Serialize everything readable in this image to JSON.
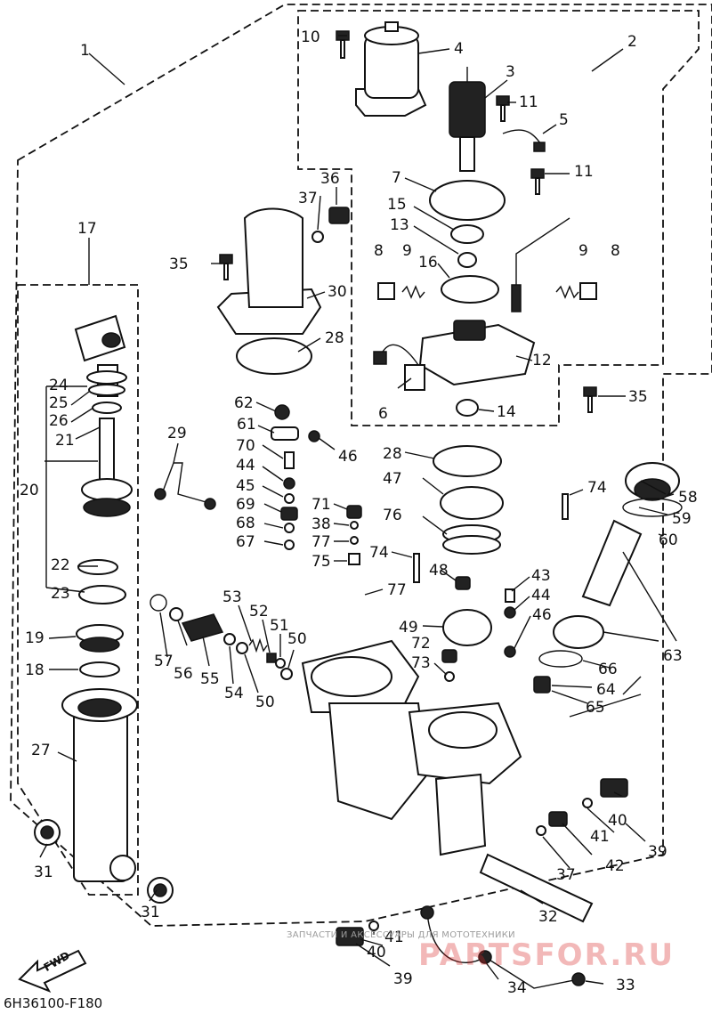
{
  "document_code": "6H36100-F180",
  "watermark_text": "ЗАПЧАСТИ И АКСЕССУАРЫ ДЛЯ МОТОТЕХНИКИ",
  "watermark_logo": "PARTSFOR.RU",
  "direction_arrow": "FWD",
  "callouts": [
    "1",
    "2",
    "3",
    "4",
    "5",
    "7",
    "8",
    "8",
    "9",
    "9",
    "10",
    "11",
    "11",
    "12",
    "13",
    "14",
    "15",
    "16",
    "17",
    "18",
    "19",
    "20",
    "21",
    "22",
    "23",
    "24",
    "25",
    "26",
    "27",
    "28",
    "28",
    "29",
    "30",
    "31",
    "31",
    "32",
    "33",
    "34",
    "35",
    "35",
    "36",
    "37",
    "37",
    "38",
    "39",
    "39",
    "40",
    "40",
    "41",
    "41",
    "42",
    "43",
    "44",
    "44",
    "45",
    "46",
    "46",
    "47",
    "48",
    "49",
    "50",
    "50",
    "51",
    "52",
    "53",
    "54",
    "55",
    "56",
    "57",
    "58",
    "59",
    "60",
    "61",
    "62",
    "63",
    "64",
    "65",
    "66",
    "67",
    "68",
    "69",
    "70",
    "71",
    "72",
    "73",
    "74",
    "74",
    "75",
    "76",
    "77",
    "77",
    "6"
  ]
}
